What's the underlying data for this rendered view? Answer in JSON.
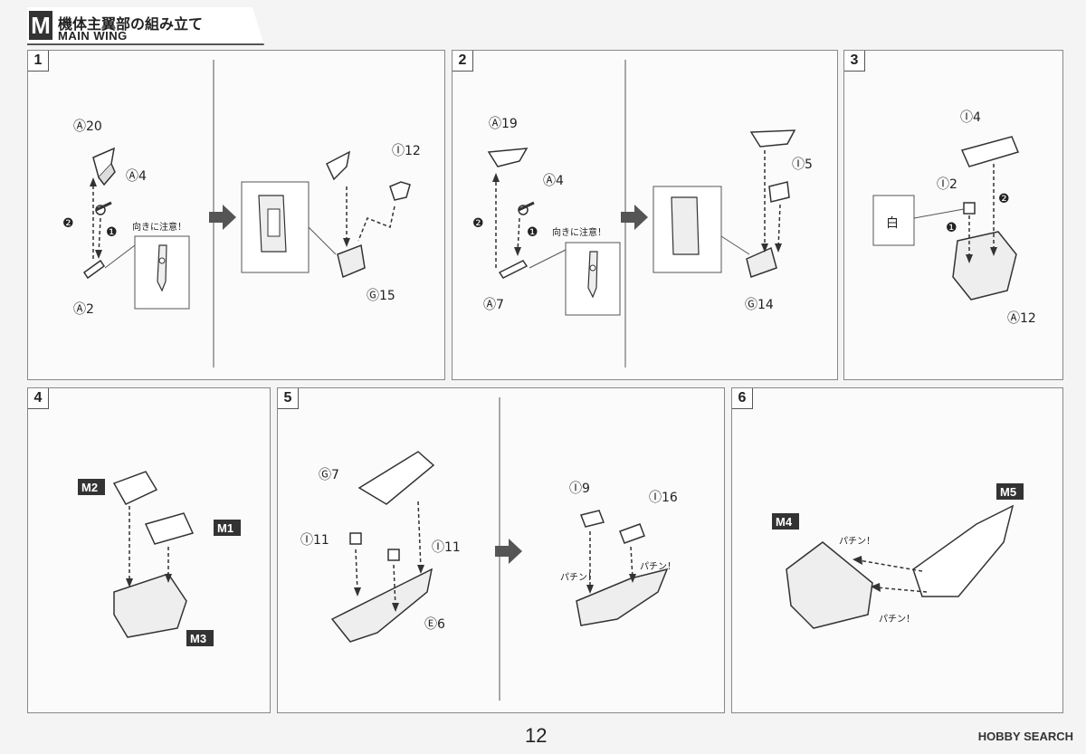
{
  "header": {
    "badge": "M",
    "title_jp": "機体主翼部の組み立て",
    "title_en": "MAIN WING"
  },
  "panels": {
    "p1": {
      "num": "1",
      "a20": "Ⓐ20",
      "a4": "Ⓐ4",
      "a2": "Ⓐ2",
      "i12": "Ⓘ12",
      "g15": "Ⓖ15",
      "note": "向きに注意！",
      "step1": "❶",
      "step2": "❷"
    },
    "p2": {
      "num": "2",
      "a19": "Ⓐ19",
      "a4": "Ⓐ4",
      "a7": "Ⓐ7",
      "i5": "Ⓘ5",
      "g14": "Ⓖ14",
      "note": "向きに注意！",
      "step1": "❶",
      "step2": "❷"
    },
    "p3": {
      "num": "3",
      "i4": "Ⓘ4",
      "i2": "Ⓘ2",
      "a12": "Ⓐ12",
      "white": "白",
      "step1": "❶",
      "step2": "❷"
    },
    "p4": {
      "num": "4",
      "m2": "M2",
      "m1": "M1",
      "m3": "M3"
    },
    "p5": {
      "num": "5",
      "g7": "Ⓖ7",
      "i11a": "Ⓘ11",
      "i11b": "Ⓘ11",
      "e6": "Ⓔ6",
      "i9": "Ⓘ9",
      "i16": "Ⓘ16",
      "snap1": "パチン！",
      "snap2": "パチン！"
    },
    "p6": {
      "num": "6",
      "m4": "M4",
      "m5": "M5",
      "snap1": "パチン！",
      "snap2": "パチン！"
    }
  },
  "page_number": "12",
  "watermark": "HOBBY SEARCH"
}
